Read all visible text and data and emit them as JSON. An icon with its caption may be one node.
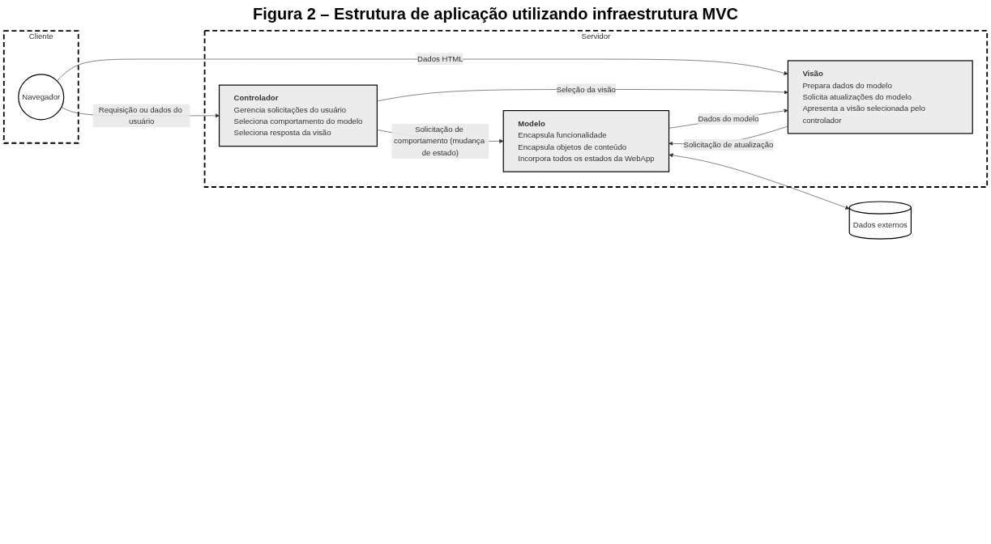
{
  "diagram": {
    "title": "Figura 2 – Estrutura de aplicação utilizando infraestrutura MVC",
    "nodes": [
      {
        "text": [
          "Cliente"
        ]
      },
      {
        "text": [
          "Navegador"
        ],
        "in": 0
      },
      {
        "text": [
          "Servidor"
        ]
      },
      {
        "text": [
          "Controlador",
          "Gerencia solicitações do usuário",
          "Seleciona comportamento do modelo",
          "Seleciona resposta da visão"
        ],
        "in": 2
      },
      {
        "text": [
          "Modelo",
          "Encapsula funcionalidade",
          "Encapsula objetos de conteúdo",
          "Incorpora todos os estados da WebApp"
        ],
        "in": 2
      },
      {
        "text": [
          "Visão",
          "Prepara dados do modelo",
          "Solicita atualizações do modelo",
          "Apresenta a visão selecionada pelo controlador"
        ],
        "in": 2
      },
      {
        "text": [
          "Dados externos"
        ]
      }
    ],
    "edges": [
      {
        "from": 1,
        "to": 3,
        "arrow": "to",
        "label": "Requisição ou dados do usuário"
      },
      {
        "from": 1,
        "to": 5,
        "arrow": "to",
        "label": "Dados HTML"
      },
      {
        "from": 3,
        "to": 4,
        "arrow": "to",
        "label": "Solicitação de comportamento (mudança de estado)"
      },
      {
        "from": 3,
        "to": 5,
        "arrow": "to",
        "label": "Seleção da visão"
      },
      {
        "from": 4,
        "to": 5,
        "arrow": "to",
        "label": "Dados do modelo"
      },
      {
        "from": 5,
        "to": 4,
        "arrow": "to",
        "label": "Solicitação de atualização"
      },
      {
        "from": 4,
        "to": 6,
        "arrow": "both"
      }
    ]
  }
}
